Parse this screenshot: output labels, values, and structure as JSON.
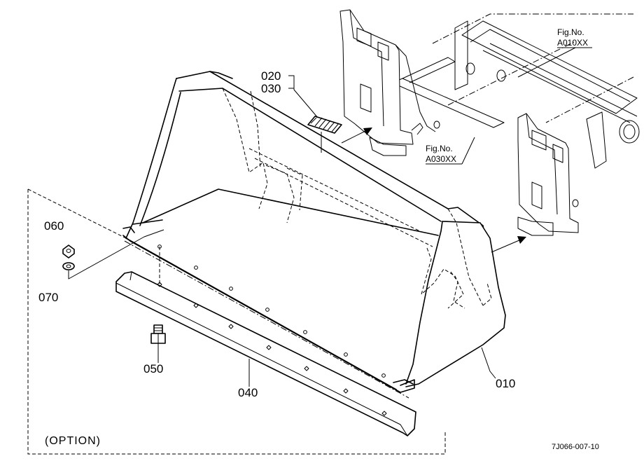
{
  "diagram": {
    "parts": {
      "p010": "010",
      "p020": "020",
      "p030": "030",
      "p040": "040",
      "p050": "050",
      "p060": "060",
      "p070": "070"
    },
    "figure_refs": {
      "ref1_label": "Fig.No.",
      "ref1_code": "A010XX",
      "ref2_label": "Fig.No.",
      "ref2_code": "A030XX"
    },
    "option_label": "(OPTION)",
    "drawing_code": "7J066-007-10"
  }
}
